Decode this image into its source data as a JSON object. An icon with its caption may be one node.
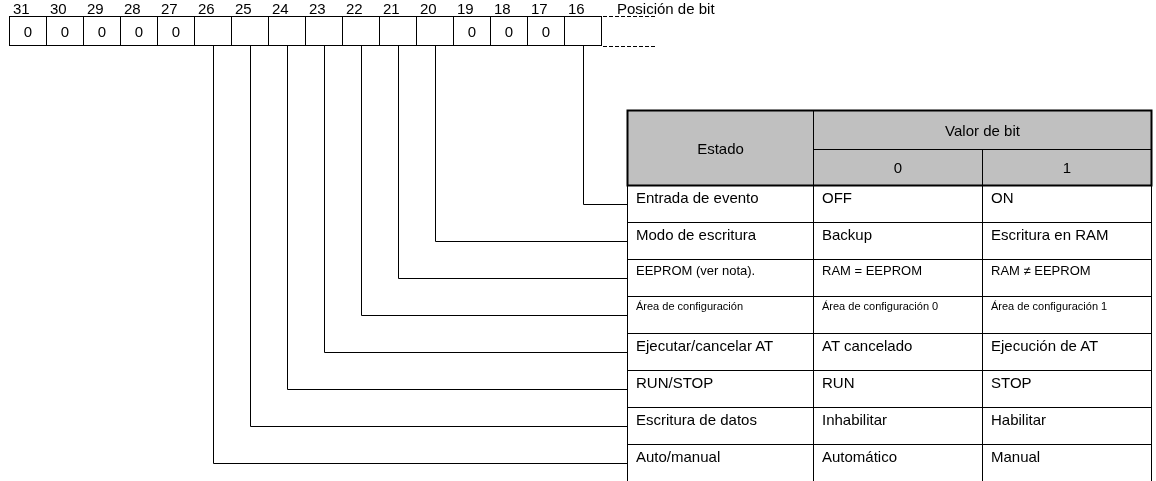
{
  "diagram": {
    "nodes": [
      {
        "text": [
          "0"
        ]
      },
      {
        "text": [
          "0"
        ]
      },
      {
        "text": [
          "0"
        ]
      },
      {
        "text": [
          "0"
        ]
      },
      {
        "text": [
          "0"
        ]
      },
      {
        "text": [],
        "shape": "box"
      },
      {
        "text": [],
        "shape": "box"
      },
      {
        "text": [],
        "shape": "box"
      },
      {
        "text": [],
        "shape": "box"
      },
      {
        "text": [],
        "shape": "box"
      },
      {
        "text": [],
        "shape": "box"
      },
      {
        "text": [],
        "shape": "box"
      },
      {
        "text": [
          "0"
        ]
      },
      {
        "text": [
          "0"
        ]
      },
      {
        "text": [
          "0"
        ]
      },
      {
        "text": [],
        "shape": "box"
      },
      {
        "text": [
          "Entrada de evento"
        ]
      },
      {
        "text": [
          "Modo de escritura"
        ]
      },
      {
        "text": [
          "EEPROM (ver nota)."
        ]
      },
      {
        "text": [
          "Área de configuración"
        ]
      },
      {
        "text": [
          "Ejecutar/cancelar AT"
        ]
      },
      {
        "text": [
          "RUN/STOP"
        ]
      },
      {
        "text": [
          "Escritura de datos"
        ]
      },
      {
        "text": [
          "Auto/manual"
        ]
      }
    ],
    "edges": [
      {
        "from": 15,
        "to": 16,
        "arrow": "none"
      },
      {
        "from": 11,
        "to": 17,
        "arrow": "none"
      },
      {
        "from": 10,
        "to": 18,
        "arrow": "none"
      },
      {
        "from": 9,
        "to": 19,
        "arrow": "none"
      },
      {
        "from": 8,
        "to": 20,
        "arrow": "none"
      },
      {
        "from": 7,
        "to": 21,
        "arrow": "none"
      },
      {
        "from": 6,
        "to": 22,
        "arrow": "none"
      },
      {
        "from": 5,
        "to": 23,
        "arrow": "none"
      }
    ],
    "labels": [
      "31",
      "30",
      "29",
      "28",
      "27",
      "26",
      "25",
      "24",
      "23",
      "22",
      "21",
      "20",
      "19",
      "18",
      "17",
      "16",
      "Posición de bit",
      "Estado",
      "Valor de bit",
      "0",
      "1",
      "OFF",
      "ON",
      "Backup",
      "Escritura en RAM",
      "RAM = EEPROM",
      "RAM ≠ EEPROM",
      "Área de configuración 0",
      "Área de configuración 1",
      "AT cancelado",
      "Ejecución de AT",
      "RUN",
      "STOP",
      "Inhabilitar",
      "Habilitar",
      "Automático",
      "Manual"
    ]
  }
}
